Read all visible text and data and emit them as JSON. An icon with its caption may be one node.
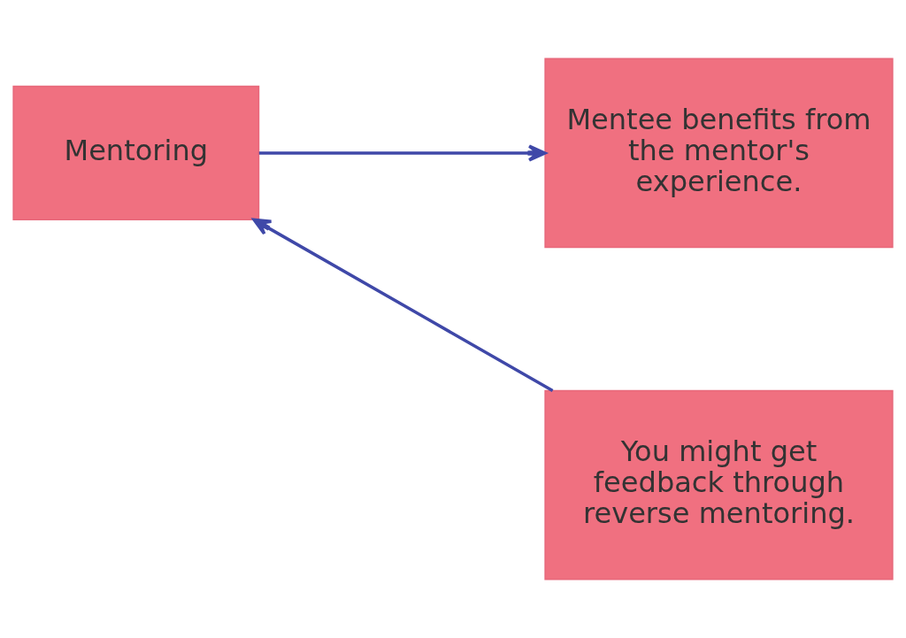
{
  "diagram": {
    "nodes": [
      {
        "text": [
          "Mentoring"
        ]
      },
      {
        "text": [
          "Mentee benefits from the mentor's experience."
        ]
      },
      {
        "text": [
          "You might get feedback through reverse mentoring."
        ]
      }
    ],
    "edges": [
      {
        "from": 0,
        "to": 1,
        "arrow": "to",
        "color": "#3f48a8"
      },
      {
        "from": 2,
        "to": 0,
        "arrow": "to",
        "color": "#3f48a8"
      }
    ]
  }
}
